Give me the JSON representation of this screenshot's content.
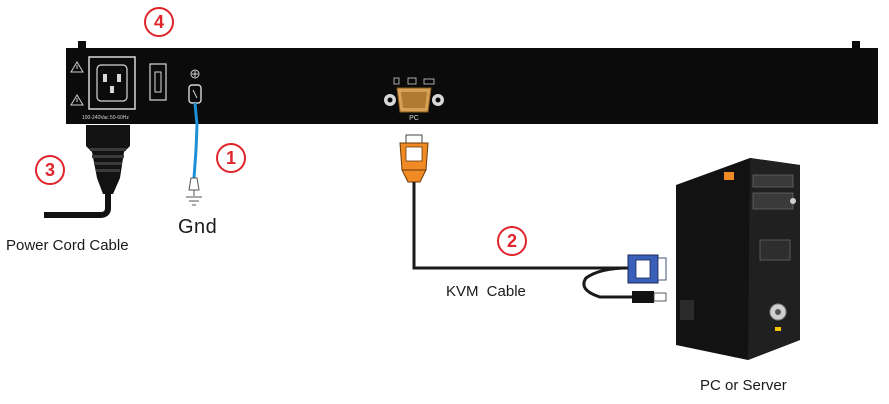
{
  "labels": {
    "gnd": "Gnd",
    "power_cord": "Power Cord Cable",
    "kvm_cable": "KVM  Cable",
    "pc_server": "PC or Server",
    "pc_port": "PC",
    "voltage": "100-240Vac 50-60Hz"
  },
  "badges": {
    "ground": "1",
    "kvm": "2",
    "power": "3",
    "switch": "4"
  },
  "colors": {
    "badge_red": "#e0242b",
    "ground_wire_blue": "#1e90d6",
    "vga_orange": "#f08a24",
    "vga_blue": "#3a5fb8",
    "panel_black": "#0b0b0b"
  }
}
